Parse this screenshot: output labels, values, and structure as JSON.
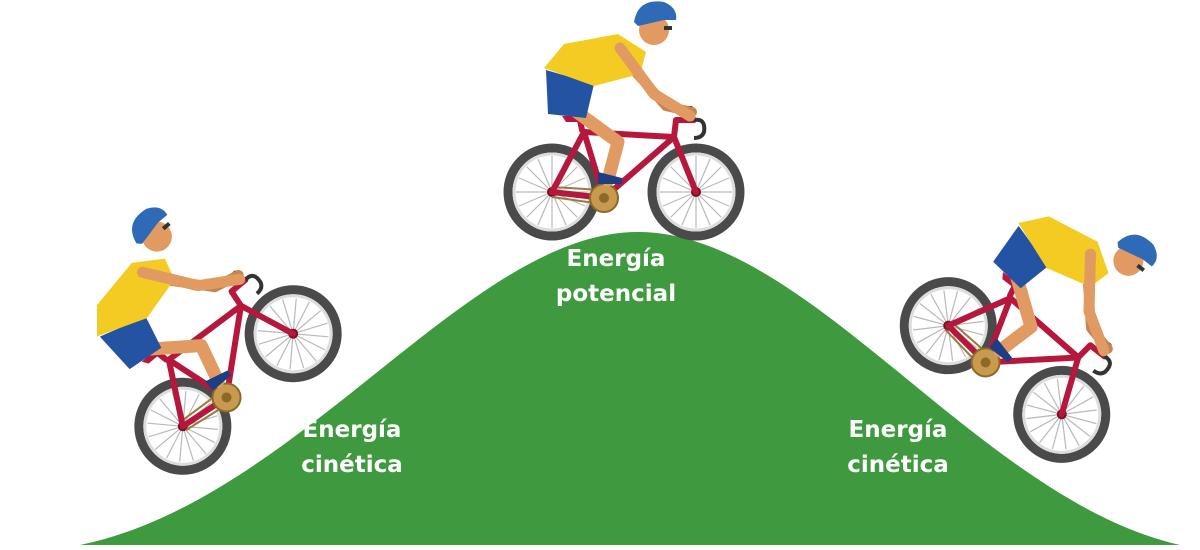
{
  "labels": {
    "top": {
      "line1": "Energía",
      "line2": "potencial"
    },
    "left": {
      "line1": "Energía",
      "line2": "cinética"
    },
    "right": {
      "line1": "Energía",
      "line2": "cinética"
    }
  },
  "colors": {
    "hill": "#3f9a3f",
    "frame": "#b5173d",
    "jersey": "#f4cb22",
    "shorts": "#2553a3",
    "helmet": "#2e6ab5",
    "skin": "#e09a62",
    "shoe": "#1c3f84",
    "tire": "#4a4a4a",
    "rim": "#dcdcdc",
    "chainring": "#c99a4e"
  },
  "icons": [
    "cyclist-climbing",
    "cyclist-riding",
    "cyclist-descending"
  ]
}
